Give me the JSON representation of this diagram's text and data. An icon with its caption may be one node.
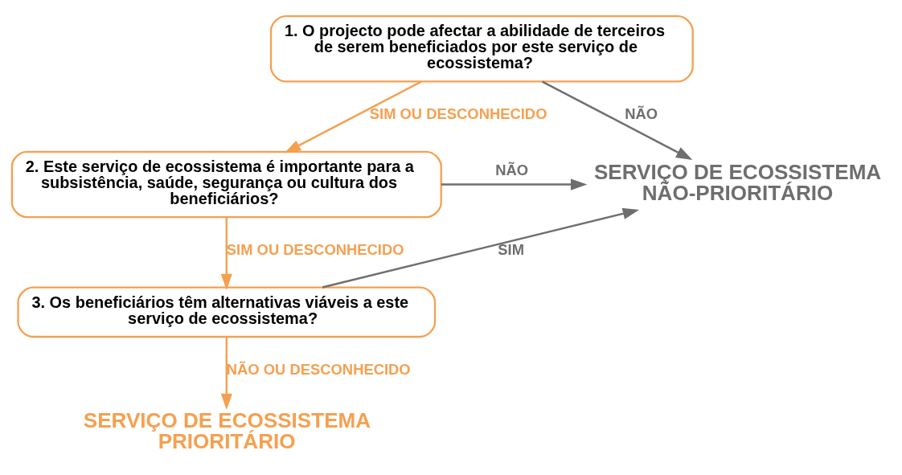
{
  "diagram": {
    "nodes": [
      {
        "text": [
          "1. O projecto pode afectar a abilidade de terceiros de serem beneficiados por este serviço de ecossistema?"
        ]
      },
      {
        "text": [
          "2. Este serviço de ecossistema é importante para a subsistência, saúde, segurança ou cultura dos beneficiários?"
        ]
      },
      {
        "text": [
          "3. Os beneficiários têm alternativas viáveis a este serviço de ecossistema?"
        ]
      },
      {
        "text": [
          "SERVIÇO DE ECOSSISTEMA NÃO-PRIORITÁRIO"
        ]
      },
      {
        "text": [
          "SERVIÇO DE ECOSSISTEMA PRIORITÁRIO"
        ]
      }
    ],
    "edges": [
      {
        "from": 0,
        "to": 1,
        "arrow": "to",
        "label": "SIM OU DESCONHECIDO",
        "color": "#f5a050"
      },
      {
        "from": 0,
        "to": 3,
        "arrow": "to",
        "label": "NÃO",
        "color": "#6e6e6e"
      },
      {
        "from": 1,
        "to": 2,
        "arrow": "to",
        "label": "SIM OU DESCONHECIDO",
        "color": "#f5a050"
      },
      {
        "from": 1,
        "to": 3,
        "arrow": "to",
        "label": "NÃO",
        "color": "#6e6e6e"
      },
      {
        "from": 2,
        "to": 3,
        "arrow": "to",
        "label": "SIM",
        "color": "#6e6e6e"
      },
      {
        "from": 2,
        "to": 4,
        "arrow": "to",
        "label": "NÃO OU DESCONHECIDO",
        "color": "#f5a050"
      }
    ]
  }
}
